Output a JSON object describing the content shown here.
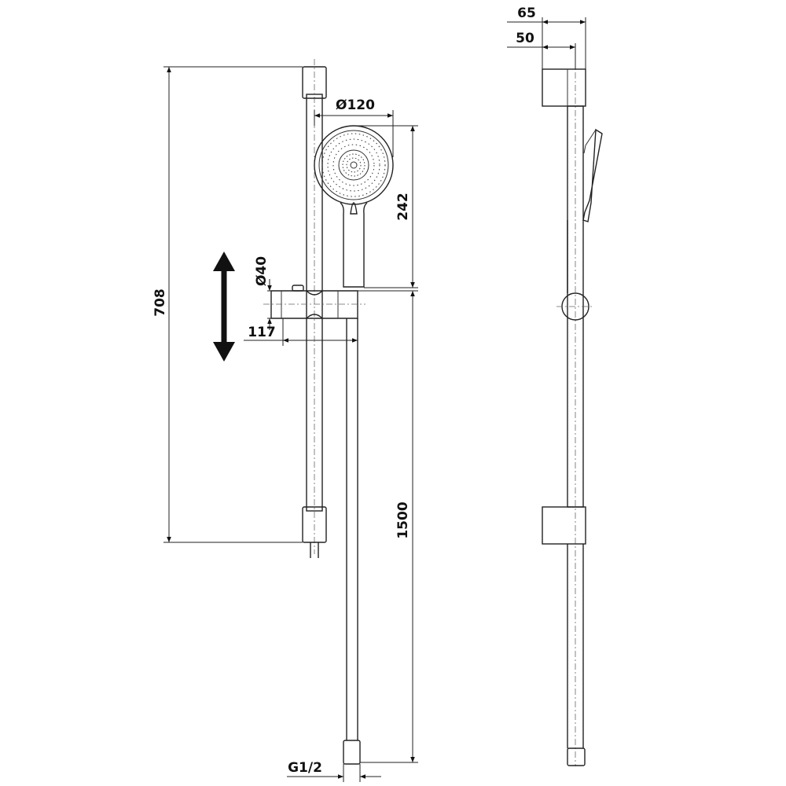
{
  "drawing": {
    "front_view": {
      "rail_length": "708",
      "head_diameter": "Ø120",
      "handshower_length": "242",
      "slider_diameter": "Ø40",
      "slider_projection": "117",
      "hose_length": "1500",
      "connection": "G1/2"
    },
    "side_view": {
      "bracket_depth_total": "65",
      "bracket_depth_axis": "50"
    },
    "colors": {
      "line": "#222222",
      "background": "#ffffff"
    }
  }
}
